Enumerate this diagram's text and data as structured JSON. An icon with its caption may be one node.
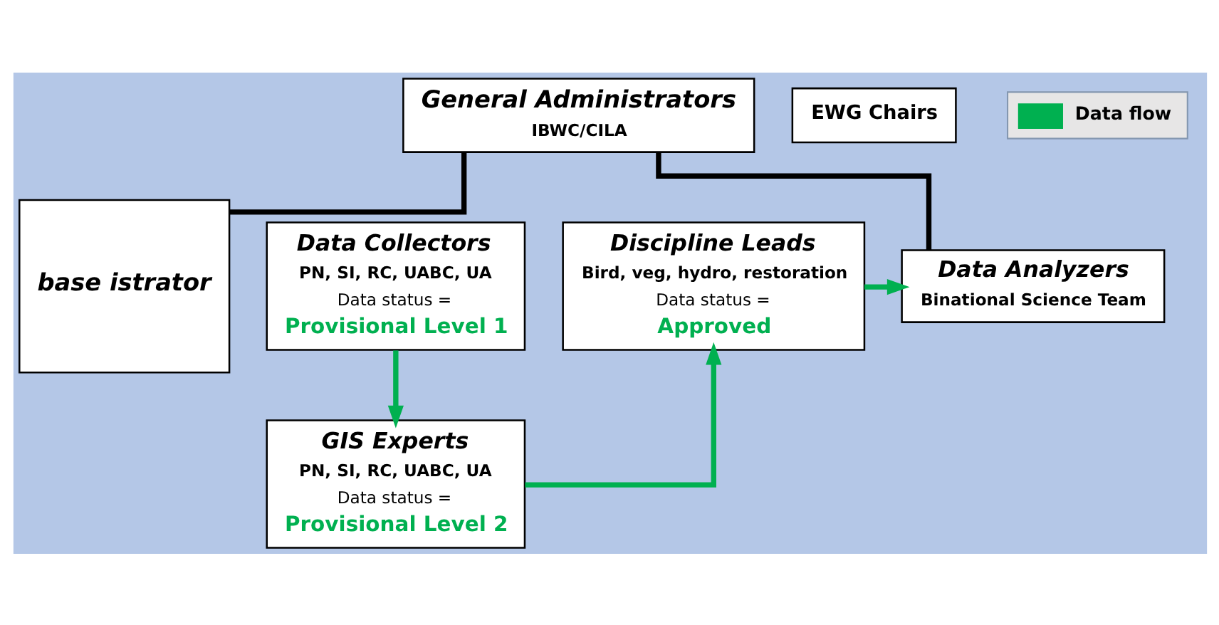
{
  "diagram": {
    "nodes": [
      {
        "text": [
          "General Administrators",
          "IBWC/CILA"
        ]
      },
      {
        "text": [
          "EWG Chairs"
        ]
      },
      {
        "text": [
          "base istrator"
        ]
      },
      {
        "text": [
          "Data Collectors",
          "PN, SI, RC, UABC, UA",
          "Data status =",
          "Provisional Level 1"
        ]
      },
      {
        "text": [
          "GIS Experts",
          "PN, SI, RC, UABC, UA",
          "Data status =",
          "Provisional Level 2"
        ]
      },
      {
        "text": [
          "Discipline Leads",
          "Bird, veg, hydro, restoration",
          "Data status =",
          "Approved"
        ]
      },
      {
        "text": [
          "Data Analyzers",
          "Binational Science Team"
        ]
      }
    ],
    "edges": [
      {
        "from": 0,
        "to": 2,
        "arrow": "none",
        "color": "#000000"
      },
      {
        "from": 0,
        "to": 6,
        "arrow": "none",
        "color": "#000000"
      },
      {
        "from": 3,
        "to": 4,
        "arrow": "to"
      },
      {
        "from": 4,
        "to": 5,
        "arrow": "to"
      },
      {
        "from": 5,
        "to": 6,
        "arrow": "to"
      }
    ],
    "legend": [
      {
        "text": "Data flow"
      }
    ]
  }
}
